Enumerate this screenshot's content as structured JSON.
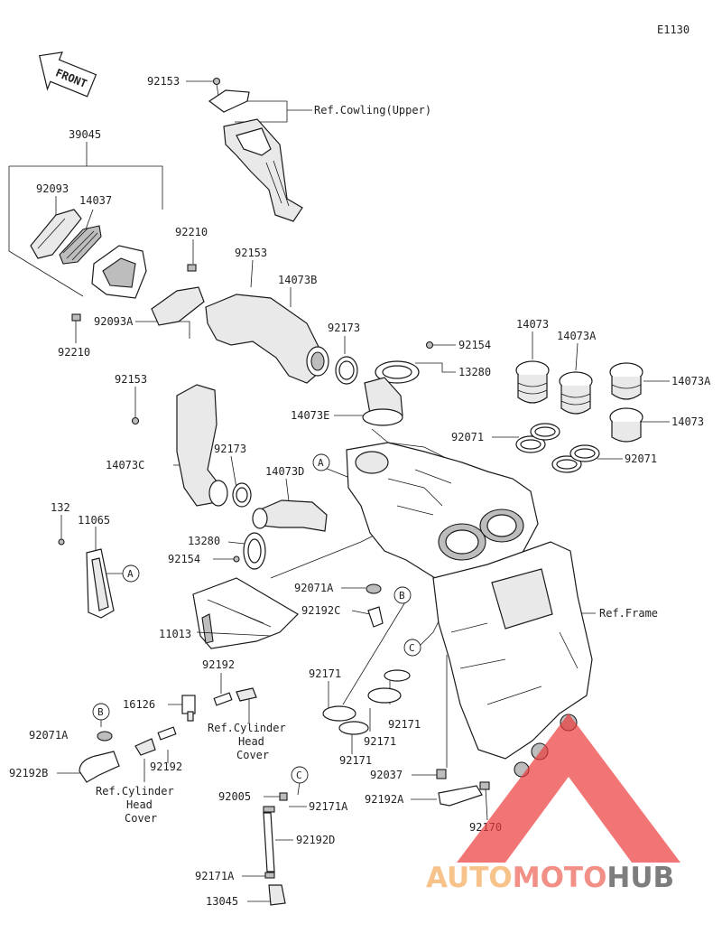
{
  "diagram_code": "E1130",
  "front_label": "FRONT",
  "part_labels": [
    "92153",
    "Ref.Cowling(Upper)",
    "39045",
    "92093",
    "14037",
    "92210",
    "92153",
    "14073B",
    "92093A",
    "92210",
    "92173",
    "92154",
    "13280",
    "14073",
    "14073A",
    "14073A",
    "92153",
    "14073E",
    "14073",
    "92071",
    "92071",
    "14073C",
    "92173",
    "14073D",
    "132",
    "11065",
    "13280",
    "92154",
    "92071A",
    "92192C",
    "Ref.Frame",
    "11013",
    "92192",
    "16126",
    "92171",
    "92171",
    "92171",
    "92171",
    "92071A",
    "Ref.Cylinder",
    "Head",
    "Cover",
    "92192B",
    "92192",
    "Ref.Cylinder",
    "Head",
    "Cover",
    "92037",
    "92005",
    "92171A",
    "92192A",
    "92170",
    "92192D",
    "92171A",
    "13045"
  ],
  "callouts": [
    "A",
    "A",
    "B",
    "B",
    "C",
    "C"
  ],
  "watermark": {
    "part1": "AUTO",
    "part2": "MOTO",
    "part3": "HUB",
    "color1": "#f7c38a",
    "color2": "#f28f86",
    "color3": "#7d7d7d",
    "triangle_color": "#ec3a3a"
  }
}
